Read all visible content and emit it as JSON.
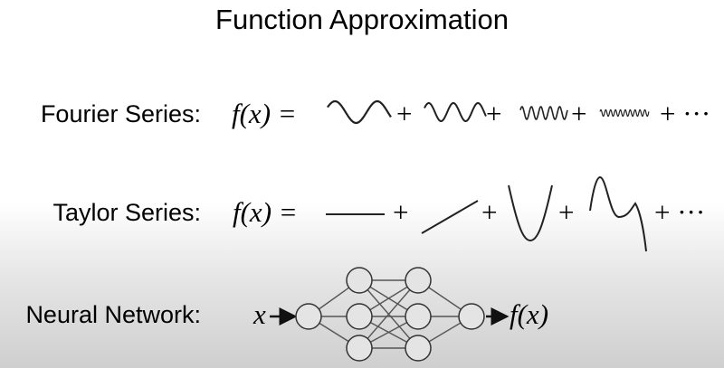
{
  "title": "Function Approximation",
  "rows": [
    {
      "label": "Fourier Series:",
      "lhs": "f(x) =",
      "plus": "+",
      "ellipsis": "+ ···"
    },
    {
      "label": "Taylor Series:",
      "lhs": "f(x) =",
      "plus": "+",
      "ellipsis": "+ ···"
    },
    {
      "label": "Neural Network:",
      "input": "x",
      "output": "f(x)"
    }
  ],
  "network": {
    "layers": [
      1,
      3,
      3,
      1
    ]
  }
}
